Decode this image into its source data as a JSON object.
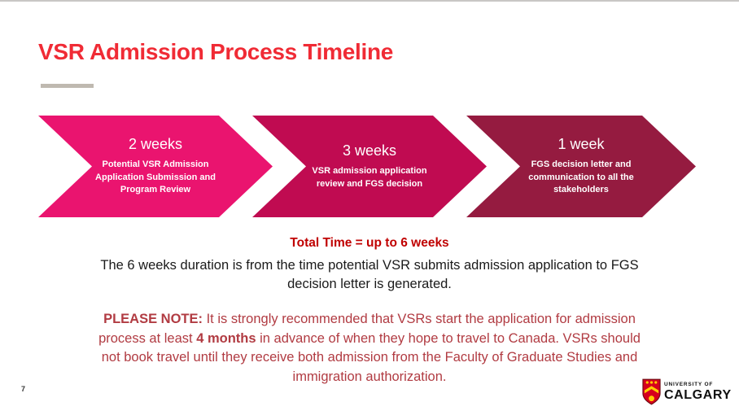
{
  "slide": {
    "title": "VSR Admission Process Timeline",
    "title_color": "#F02B35",
    "page_number": "7"
  },
  "timeline": {
    "steps": [
      {
        "duration": "2 weeks",
        "description": "Potential VSR Admission Application Submission and Program Review",
        "color": "#EA146F"
      },
      {
        "duration": "3 weeks",
        "description": "VSR admission application review and FGS decision",
        "color": "#C00B51"
      },
      {
        "duration": "1 week",
        "description": "FGS decision letter and communication to all the stakeholders",
        "color": "#951B40"
      }
    ]
  },
  "summary": {
    "heading": "Total Time = up to 6 weeks",
    "heading_color": "#C00000",
    "line1": "The 6 weeks duration is from the time potential VSR submits admission application to FGS",
    "line2": "decision letter is generated."
  },
  "note": {
    "color": "#B13B42",
    "line1_bold": "PLEASE NOTE:",
    "line1_rest": " It is strongly recommended that VSRs start the application for admission",
    "line2_pre": "process at least ",
    "line2_bold": "4 months",
    "line2_rest": " in advance of when they hope to travel to Canada. VSRs should",
    "line3": "not book travel until they receive both admission from the Faculty of Graduate Studies and",
    "line4": "immigration authorization."
  },
  "logo": {
    "line1": "UNIVERSITY OF",
    "line2": "CALGARY",
    "crest_red": "#D6001C",
    "crest_gold": "#FFCD00",
    "crest_outline": "#6E0E14"
  }
}
